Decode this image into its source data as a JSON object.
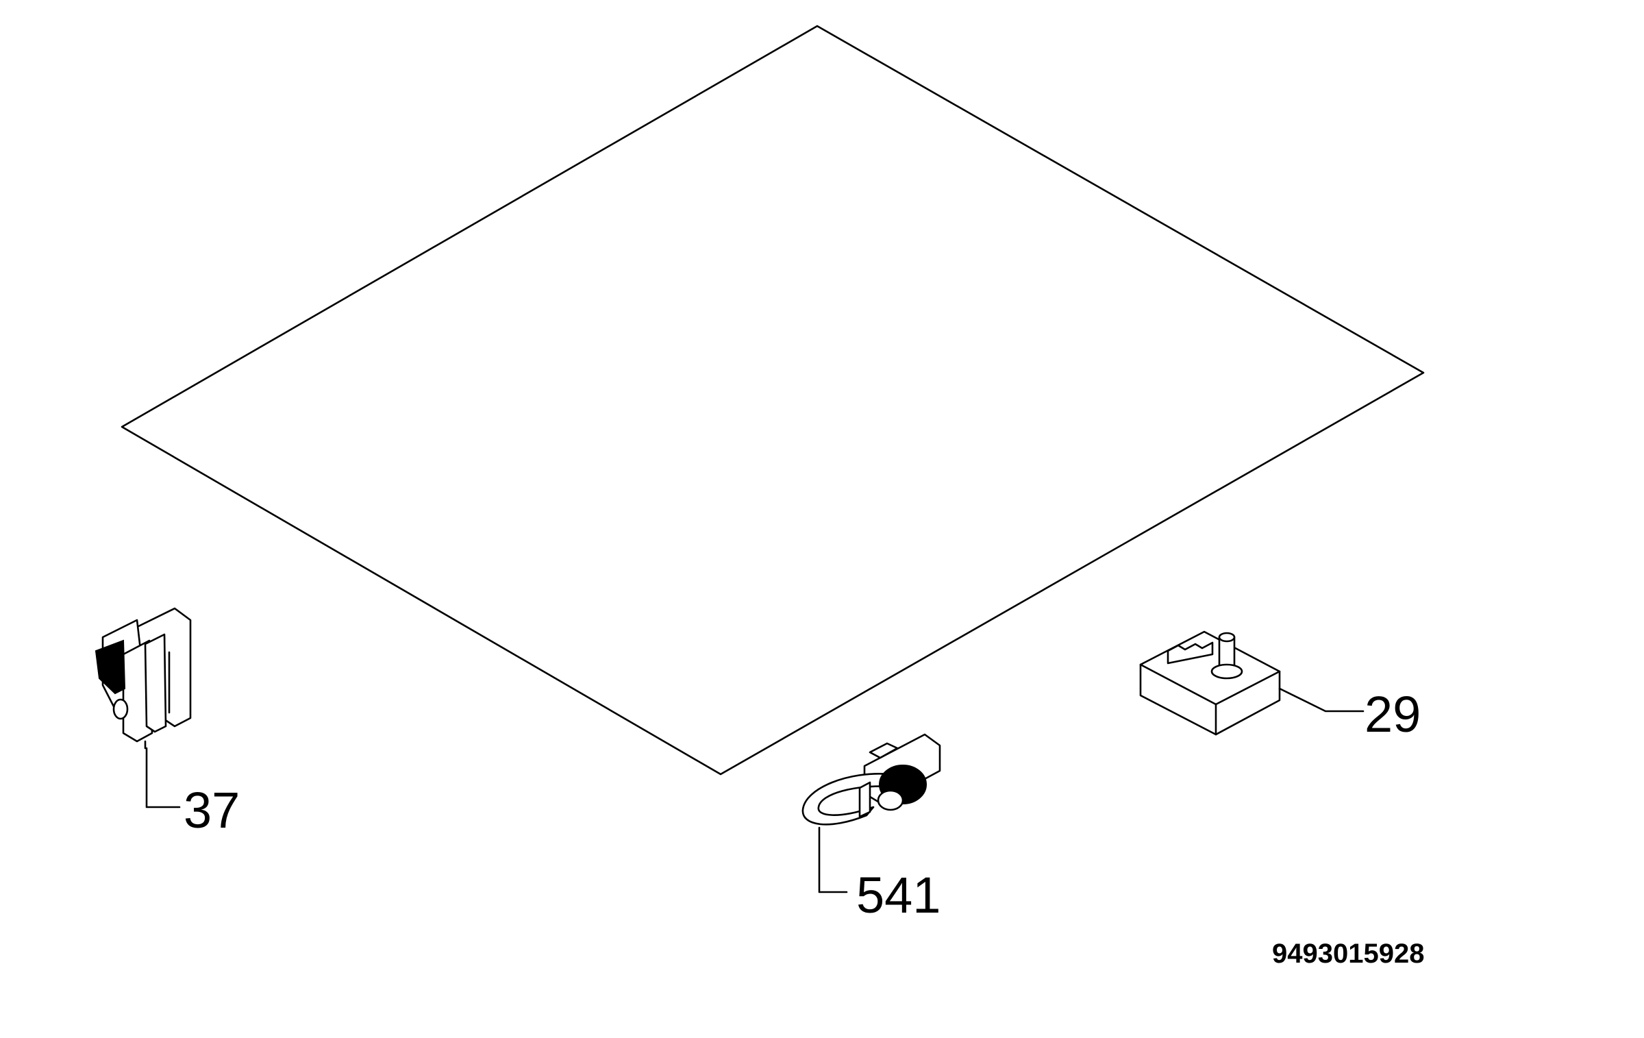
{
  "diagram": {
    "callouts": [
      {
        "id": "37",
        "label": "37"
      },
      {
        "id": "541",
        "label": "541"
      },
      {
        "id": "29",
        "label": "29"
      }
    ],
    "drawing_number": "9493015928",
    "colors": {
      "line": "#000000",
      "background": "#ffffff"
    }
  }
}
